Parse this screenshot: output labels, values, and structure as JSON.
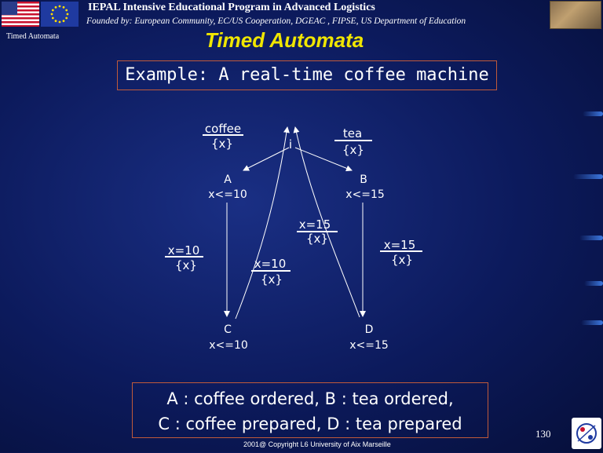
{
  "header": {
    "program_title": "IEPAL Intensive Educational Program in Advanced Logistics",
    "founded_by": "Founded by: European Community, EC/US Cooperation, DGEAC , FIPSE, US Department of Education",
    "side_label": "Timed Automata"
  },
  "slide": {
    "title": "Timed Automata",
    "example": "Example: A real-time coffee machine",
    "page_number": "130",
    "copyright": "2001@ Copyright L6 University of Aix Marseille"
  },
  "diagram": {
    "states": [
      {
        "id": "i",
        "name": "i",
        "invariant": ""
      },
      {
        "id": "A",
        "name": "A",
        "invariant": "x<=10"
      },
      {
        "id": "B",
        "name": "B",
        "invariant": "x<=15"
      },
      {
        "id": "C",
        "name": "C",
        "invariant": "x<=10"
      },
      {
        "id": "D",
        "name": "D",
        "invariant": "x<=15"
      }
    ],
    "transitions": [
      {
        "from": "i",
        "to": "A",
        "label": "coffee",
        "reset": "{x}"
      },
      {
        "from": "i",
        "to": "B",
        "label": "tea",
        "reset": "{x}"
      },
      {
        "from": "A",
        "to": "C",
        "label": "x=10",
        "reset": "{x}"
      },
      {
        "from": "B",
        "to": "D",
        "label": "x=15",
        "reset": "{x}"
      },
      {
        "from": "C",
        "to": "i",
        "label": "x=10",
        "reset": "{x}"
      },
      {
        "from": "D",
        "to": "i",
        "label": "x=15",
        "reset": "{x}"
      }
    ]
  },
  "legend": {
    "line1": "A : coffee ordered, B : tea ordered,",
    "line2": "C : coffee prepared, D : tea prepared"
  },
  "colors": {
    "title": "#f0e600",
    "box_border": "#c05a3a",
    "text": "#ffffff"
  }
}
